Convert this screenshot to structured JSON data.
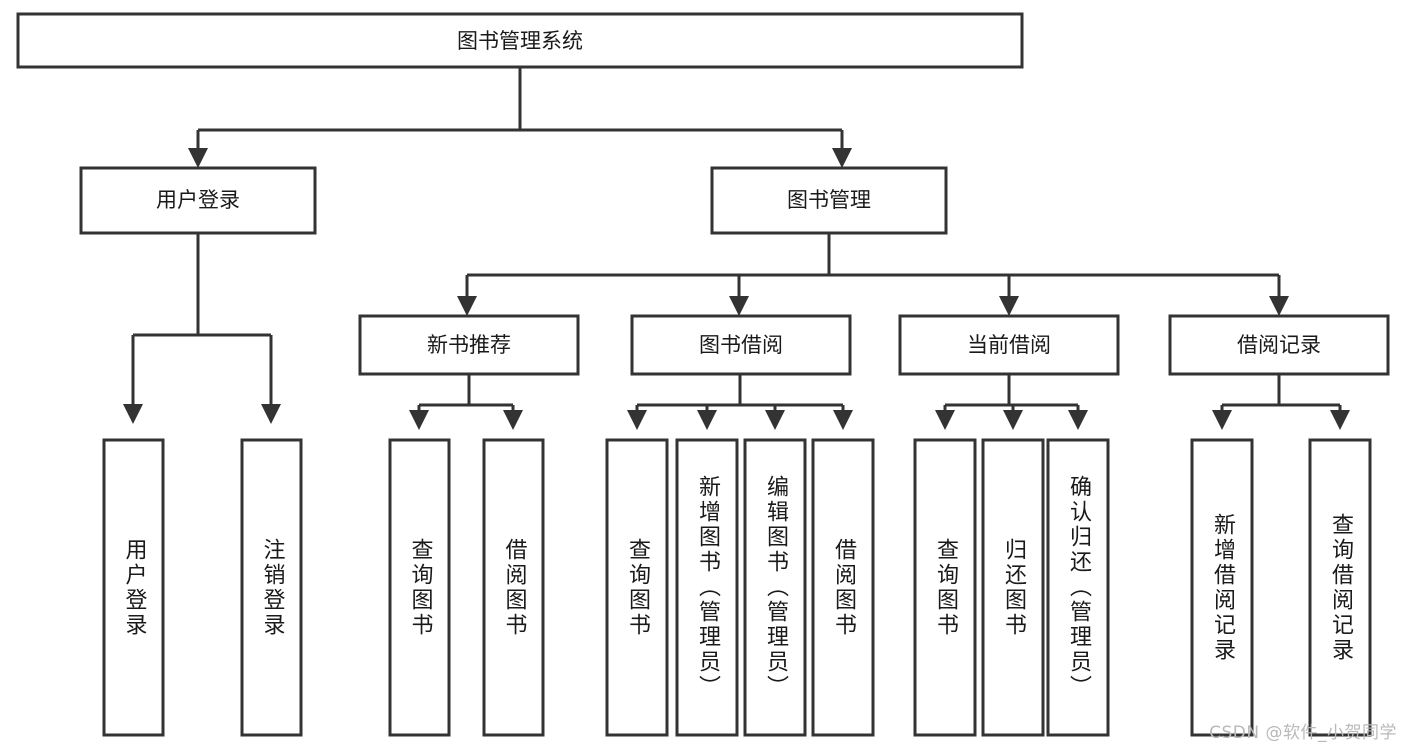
{
  "diagram": {
    "title": "图书管理系统",
    "type": "tree-hierarchy",
    "watermark": "CSDN @软件_小贺同学",
    "colors": {
      "stroke": "#333333",
      "fill": "#ffffff",
      "text": "#1a1a1a",
      "watermark": "#b9b9b9"
    },
    "root": {
      "label": "图书管理系统"
    },
    "level2": [
      {
        "label": "用户登录"
      },
      {
        "label": "图书管理"
      }
    ],
    "level3": [
      {
        "label": "新书推荐"
      },
      {
        "label": "图书借阅"
      },
      {
        "label": "当前借阅"
      },
      {
        "label": "借阅记录"
      }
    ],
    "leaves": {
      "user_login": [
        {
          "label": "用户登录"
        },
        {
          "label": "注销登录"
        }
      ],
      "new_book_recommend": [
        {
          "label": "查询图书"
        },
        {
          "label": "借阅图书"
        }
      ],
      "book_borrow": [
        {
          "label": "查询图书"
        },
        {
          "label": "新增图书（管理员）"
        },
        {
          "label": "编辑图书（管理员）"
        },
        {
          "label": "借阅图书"
        }
      ],
      "current_borrow": [
        {
          "label": "查询图书"
        },
        {
          "label": "归还图书"
        },
        {
          "label": "确认归还（管理员）"
        }
      ],
      "borrow_records": [
        {
          "label": "新增借阅记录"
        },
        {
          "label": "查询借阅记录"
        }
      ]
    }
  }
}
